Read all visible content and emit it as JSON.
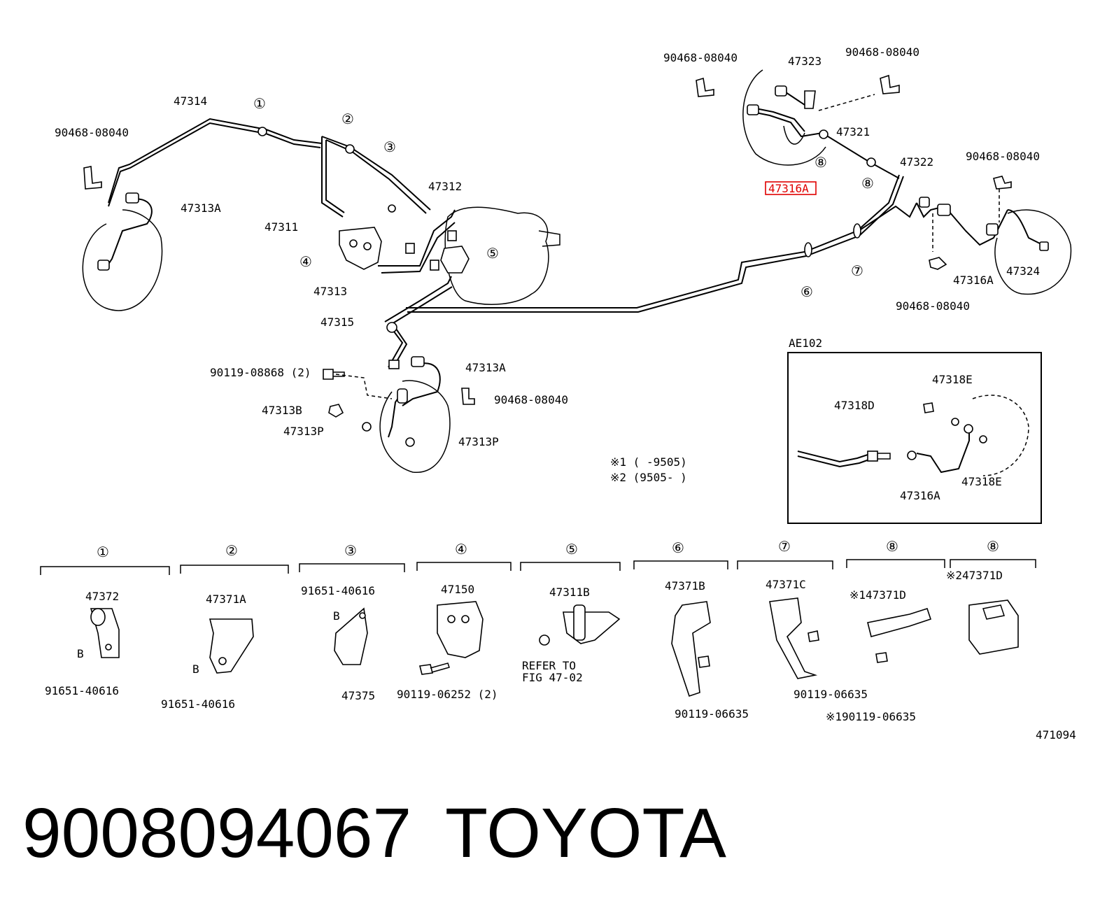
{
  "diagram": {
    "top_left": {
      "clip_1": "90468-08040",
      "pipe_47314": "47314",
      "hose_47313A": "47313A",
      "pipe_47311": "47311",
      "valve_4": "④",
      "union_47313": "47313",
      "pipe_47315": "47315",
      "pipe_47312": "47312",
      "marker_1": "①",
      "marker_2": "②",
      "marker_3": "③",
      "marker_5": "⑤"
    },
    "lower_left": {
      "bolt": "90119-08868 (2)",
      "hose": "47313A",
      "clip": "90468-08040",
      "bolt_b": "47313B",
      "gasket_p1": "47313P",
      "gasket_p2": "47313P"
    },
    "right": {
      "clip_a": "90468-08040",
      "clip_b": "90468-08040",
      "clip_c": "90468-08040",
      "clip_d": "90468-08040",
      "pipe_47323": "47323",
      "pipe_47321": "47321",
      "pipe_47322": "47322",
      "hose_47316A_hl": "47316A",
      "hose_47316A": "47316A",
      "pipe_47324": "47324",
      "marker_8a": "⑧",
      "marker_8b": "⑧",
      "marker_7": "⑦",
      "marker_6": "⑥"
    },
    "notes": {
      "note_1": "※1 (      -9505)",
      "note_2": "※2 (9505-      )"
    },
    "inset": {
      "title": "AE102",
      "part_47318E_a": "47318E",
      "part_47318D": "47318D",
      "part_47318E_b": "47318E",
      "part_47316A": "47316A"
    },
    "clamps": [
      {
        "marker": "①",
        "part": "47372",
        "sub": "B",
        "bolt": "91651-40616"
      },
      {
        "marker": "②",
        "part": "47371A",
        "sub": "B",
        "bolt": "91651-40616"
      },
      {
        "marker": "③",
        "part": "47375",
        "sub": "B",
        "bolt": "91651-40616"
      },
      {
        "marker": "④",
        "part": "47150",
        "bolt": "90119-06252 (2)"
      },
      {
        "marker": "⑤",
        "part": "47311B",
        "ref1": "REFER TO",
        "ref2": "FIG 47-02"
      },
      {
        "marker": "⑥",
        "part": "47371B",
        "bolt": "90119-06635"
      },
      {
        "marker": "⑦",
        "part": "47371C",
        "bolt": "90119-06635"
      },
      {
        "marker": "⑧",
        "part": "※147371D",
        "bolt": "※190119-06635"
      },
      {
        "marker": "⑧",
        "part": "※247371D"
      }
    ],
    "figure_code": "471094"
  },
  "footer": {
    "part_number": "9008094067",
    "brand": "TOYOTA"
  },
  "colors": {
    "highlight": "#e00000",
    "line": "#000000"
  }
}
